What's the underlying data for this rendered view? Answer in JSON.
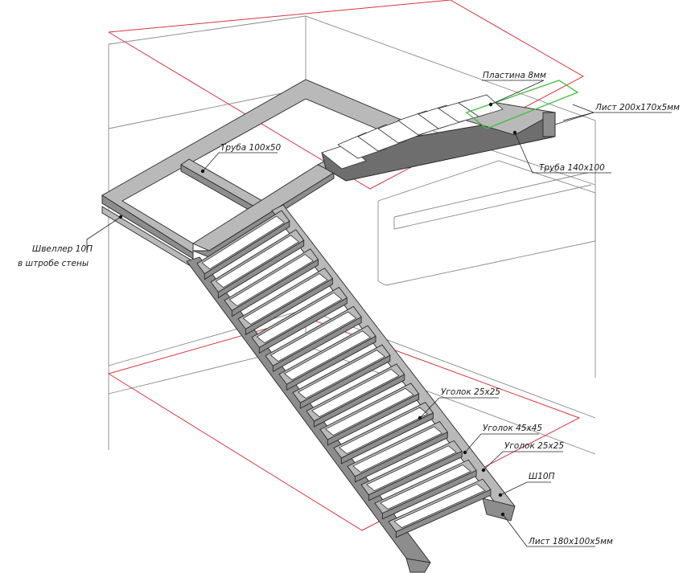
{
  "callouts": {
    "plate": "Пластина 8мм",
    "sheet_top": "Лист 200х170х5мм",
    "tube_small": "Труба 140х100",
    "tube_main": "Труба 100х50",
    "channel_line1": "Швеллер 10П",
    "channel_line2": "в штробе стены",
    "angle_25_a": "Уголок 25х25",
    "angle_45": "Уголок 45х45",
    "angle_25_b": "Уголок 25х25",
    "channel_sh": "Ш10П",
    "sheet_bottom": "Лист 180х100х5мм"
  },
  "colors": {
    "wall_lines": "#8a8a8a",
    "floor_outline": "#d9363e",
    "plate_outline": "#3cc13c",
    "steel_fill": "#b9b9b9"
  }
}
